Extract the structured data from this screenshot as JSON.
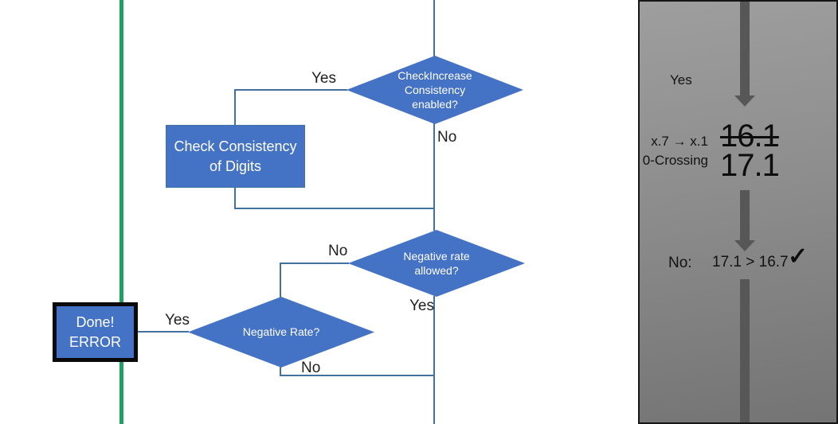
{
  "colors": {
    "shape_blue": "#4472C4",
    "connector_blue": "#41719C",
    "green_line": "#1FA05E",
    "arrow_gray": "#575757",
    "panel_gray_top": "#9E9E9E",
    "panel_gray_bottom": "#747474",
    "terminal_border": "#0A0A0A"
  },
  "flowchart": {
    "nodes": {
      "check_increase": "CheckIncrease\nConsistency\nenabled?",
      "check_consistency": "Check Consistency\nof Digits",
      "negative_allowed": "Negative rate\nallowed?",
      "negative_rate": "Negative Rate?",
      "done_error": "Done!\nERROR"
    },
    "branch_labels": {
      "check_increase_yes": "Yes",
      "check_increase_no": "No",
      "negative_allowed_no": "No",
      "negative_allowed_yes": "Yes",
      "negative_rate_yes": "Yes",
      "negative_rate_no": "No"
    }
  },
  "side_panel": {
    "yes_label": "Yes",
    "transition_caption": "x.7 → x.1\n0-Crossing",
    "old_value": "16.1",
    "new_value": "17.1",
    "result_label": "No:",
    "comparison": "17.1 > 16.7",
    "check_icon": "✓"
  }
}
